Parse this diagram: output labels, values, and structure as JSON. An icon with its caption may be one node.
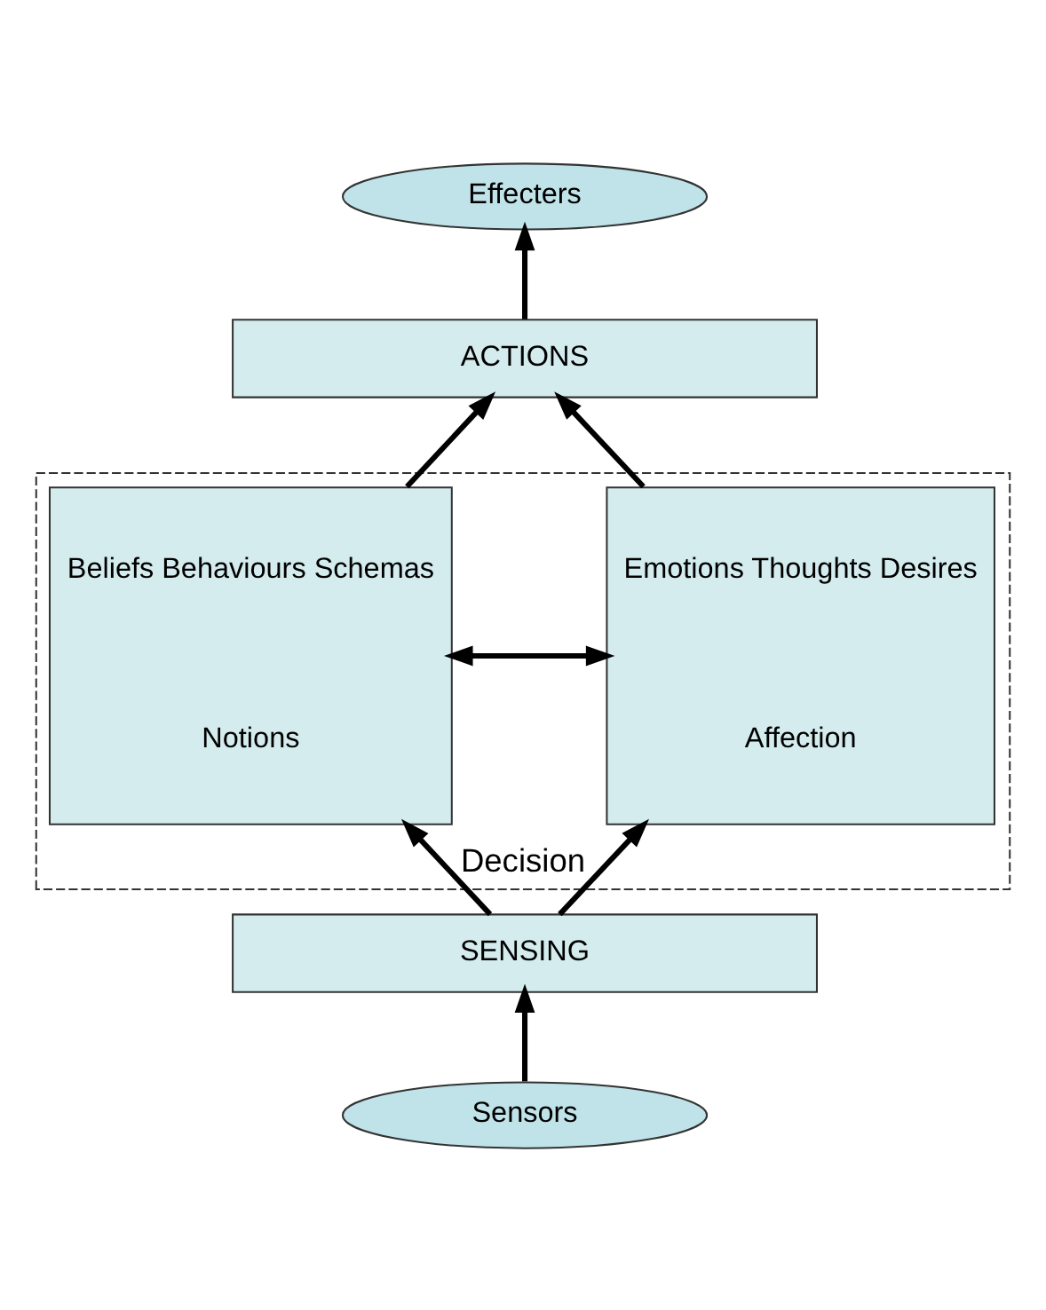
{
  "diagram": {
    "nodes": [
      {
        "text": [
          "Effecters"
        ]
      },
      {
        "text": [
          "ACTIONS"
        ]
      },
      {
        "text": [
          "Decision"
        ]
      },
      {
        "text": [
          "Beliefs Behaviours Schemas",
          "Notions"
        ],
        "in": 2
      },
      {
        "text": [
          "Emotions Thoughts Desires",
          "Affection"
        ],
        "in": 2
      },
      {
        "text": [
          "SENSING"
        ]
      },
      {
        "text": [
          "Sensors"
        ]
      }
    ],
    "edges": [
      {
        "from": 6,
        "to": 5,
        "arrow": "to"
      },
      {
        "from": 5,
        "to": 3,
        "arrow": "to"
      },
      {
        "from": 5,
        "to": 4,
        "arrow": "to"
      },
      {
        "from": 3,
        "to": 4,
        "arrow": "both"
      },
      {
        "from": 3,
        "to": 1,
        "arrow": "to"
      },
      {
        "from": 4,
        "to": 1,
        "arrow": "to"
      },
      {
        "from": 1,
        "to": 0,
        "arrow": "to"
      }
    ]
  }
}
